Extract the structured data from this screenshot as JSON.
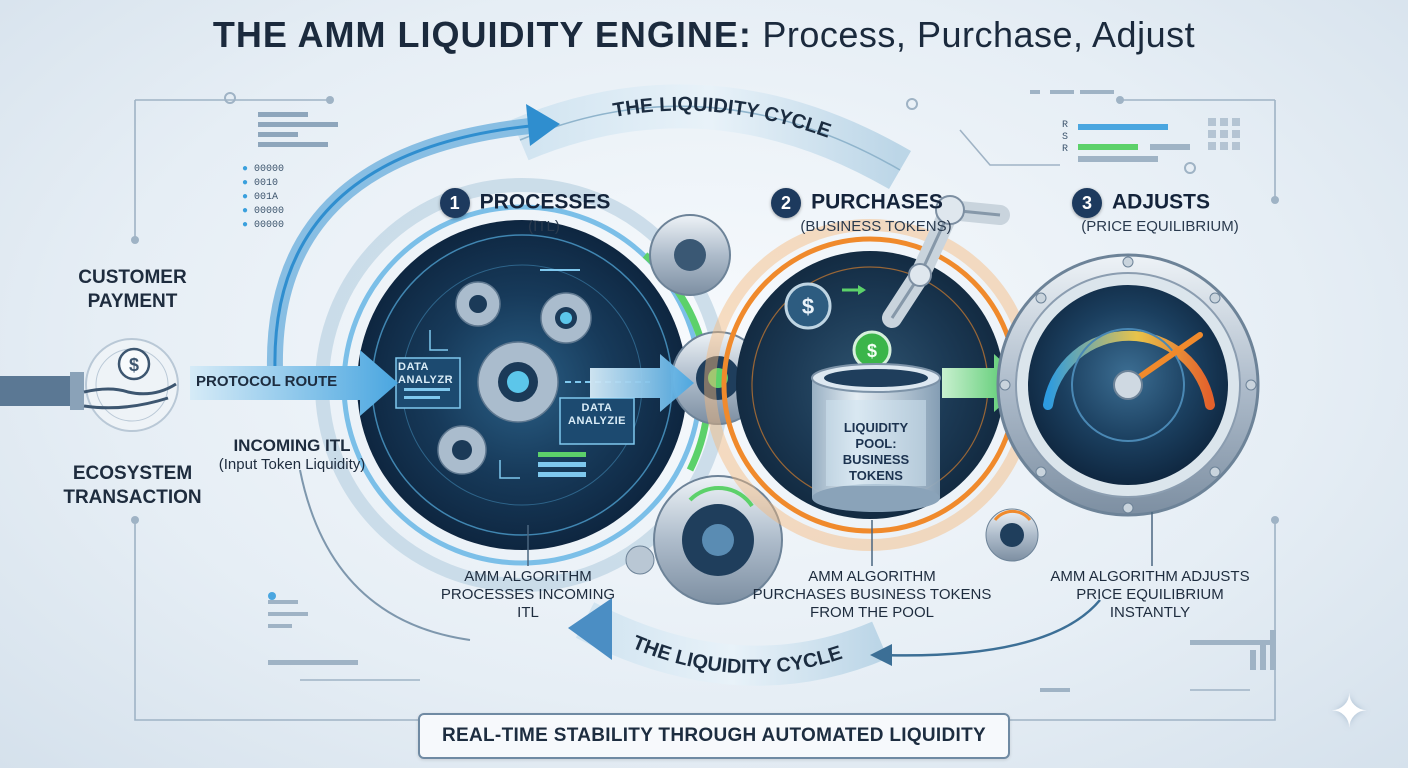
{
  "title": {
    "bold": "THE AMM LIQUIDITY ENGINE:",
    "rest": " Process, Purchase, Adjust"
  },
  "cycle_label": "THE LIQUIDITY CYCLE",
  "left": {
    "customer_payment": [
      "CUSTOMER",
      "PAYMENT"
    ],
    "protocol_route": "PROTOCOL ROUTE",
    "incoming_itl": "INCOMING ITL",
    "incoming_itl_sub": "(Input Token Liquidity)",
    "ecosystem_transaction": [
      "ECOSYSTEM",
      "TRANSACTION"
    ]
  },
  "steps": [
    {
      "num": "1",
      "head": "PROCESSES",
      "sub": "(ITL)",
      "caption": [
        "AMM ALGORITHM",
        "PROCESSES INCOMING",
        "ITL"
      ]
    },
    {
      "num": "2",
      "head": "PURCHASES",
      "sub": "(BUSINESS TOKENS)",
      "caption": [
        "AMM ALGORITHM",
        "PURCHASES BUSINESS TOKENS",
        "FROM THE POOL"
      ]
    },
    {
      "num": "3",
      "head": "ADJUSTS",
      "sub": "(PRICE EQUILIBRIUM)",
      "caption": [
        "AMM ALGORITHM ADJUSTS",
        "PRICE EQUILIBRIUM",
        "INSTANTLY"
      ]
    }
  ],
  "data_analyzer_1": [
    "DATA",
    "ANALYZR"
  ],
  "data_analyzer_2": [
    "DATA",
    "ANALYZIE"
  ],
  "pool": [
    "LIQUIDITY",
    "POOL:",
    "BUSINESS",
    "TOKENS"
  ],
  "binary_lines": [
    "00000",
    "0010",
    "001A",
    "00000",
    "00000"
  ],
  "readout_letters": [
    "R",
    "S",
    "R"
  ],
  "banner": "REAL-TIME STABILITY THROUGH AUTOMATED LIQUIDITY",
  "colors": {
    "blue": "#2f8ecf",
    "orange": "#f08a2c",
    "green": "#5cd16a",
    "navy": "#14304f"
  }
}
